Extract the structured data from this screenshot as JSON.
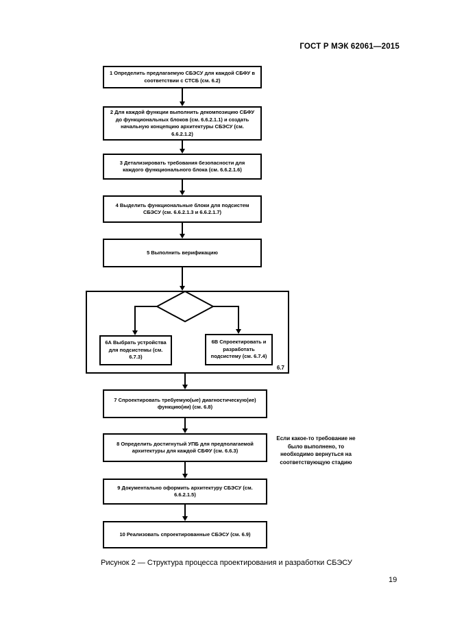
{
  "page": {
    "header": "ГОСТ Р МЭК 62061—2015",
    "caption": "Рисунок 2 — Структура процесса проектирования и разработки СБЭСУ",
    "page_number": "19"
  },
  "flowchart": {
    "boxes": [
      {
        "id": "1",
        "text": "1 Определить предлагаемую СБЭСУ для каждой СБФУ в соответствии с СТСБ (см. 6.2)"
      },
      {
        "id": "2",
        "text": "2 Для каждой функции выполнить декомпозицию СБФУ до функциональных блоков (см. 6.6.2.1.1) и создать начальную концепцию архитектуры СБЭСУ (см. 6.6.2.1.2)"
      },
      {
        "id": "3",
        "text": "3 Детализировать требования безопасности для каждого функционального блока (см. 6.6.2.1.6)"
      },
      {
        "id": "4",
        "text": "4 Выделить функциональные блоки для подсистем СБЭСУ (см. 6.6.2.1.3 и 6.6.2.1.7)"
      },
      {
        "id": "5",
        "text": "5 Выполнить верификацию"
      },
      {
        "id": "6A",
        "text": "6А Выбрать устройства для подсистемы (см. 6.7.3)"
      },
      {
        "id": "6B",
        "text": "6В Спроектировать и разработать подсистему (см. 6.7.4)"
      },
      {
        "id": "7",
        "text": "7 Спроектировать требуемую(ые) диагностическую(ие) функцию(ии) (см. 6.8)"
      },
      {
        "id": "8",
        "text": "8 Определить достигнутый УПБ для предполагаемой архитектуры для каждой СБФУ (см. 6.6.3)"
      },
      {
        "id": "9",
        "text": "9 Документально оформить архитектуру СБЭСУ (см. 6.6.2.1.5)"
      },
      {
        "id": "10",
        "text": "10 Реализовать спроектированные СБЭСУ (см. 6.9)"
      }
    ],
    "subsystem_group_label": "6.7",
    "side_note": "Если какое-то требование не было выполнено, то необходимо вернуться на соответствующую стадию"
  },
  "colors": {
    "line": "#000000",
    "background": "#ffffff"
  }
}
